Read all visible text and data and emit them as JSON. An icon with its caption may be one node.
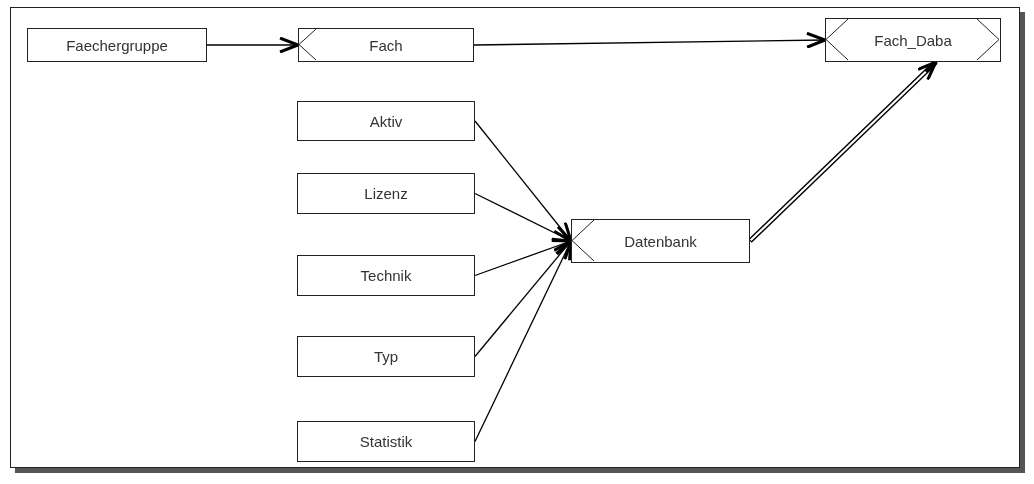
{
  "diagram": {
    "nodes": [
      {
        "text": [
          "Faechergruppe"
        ]
      },
      {
        "text": [
          "Fach"
        ]
      },
      {
        "text": [
          "Fach_Daba"
        ]
      },
      {
        "text": [
          "Aktiv"
        ]
      },
      {
        "text": [
          "Lizenz"
        ]
      },
      {
        "text": [
          "Technik"
        ]
      },
      {
        "text": [
          "Typ"
        ]
      },
      {
        "text": [
          "Statistik"
        ]
      },
      {
        "text": [
          "Datenbank"
        ]
      }
    ],
    "edges": [
      {
        "from": 0,
        "to": 1,
        "arrow": "to"
      },
      {
        "from": 1,
        "to": 2,
        "arrow": "to"
      },
      {
        "from": 3,
        "to": 8,
        "arrow": "to"
      },
      {
        "from": 4,
        "to": 8,
        "arrow": "to"
      },
      {
        "from": 5,
        "to": 8,
        "arrow": "to"
      },
      {
        "from": 6,
        "to": 8,
        "arrow": "to"
      },
      {
        "from": 7,
        "to": 8,
        "arrow": "to"
      },
      {
        "from": 8,
        "to": 2,
        "arrow": "to",
        "style": "thick"
      }
    ]
  }
}
